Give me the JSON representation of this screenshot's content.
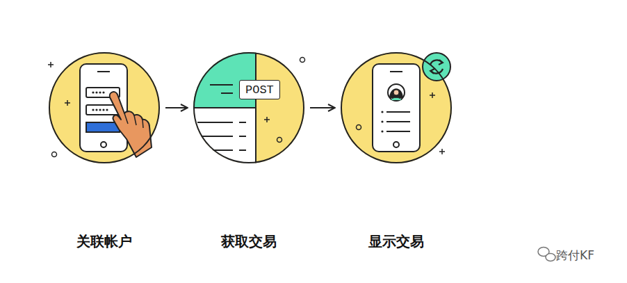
{
  "diagram": {
    "nodes": [
      {
        "text": [
          "关联帐户"
        ]
      },
      {
        "text": [
          "获取交易"
        ]
      },
      {
        "text": [
          "POST"
        ],
        "in": 1
      },
      {
        "text": [
          "显示交易"
        ]
      }
    ],
    "edges": [
      {
        "from": 0,
        "to": 1,
        "arrow": "to"
      },
      {
        "from": 1,
        "to": 3,
        "arrow": "to"
      }
    ],
    "labels": [
      "跨付KF"
    ]
  }
}
